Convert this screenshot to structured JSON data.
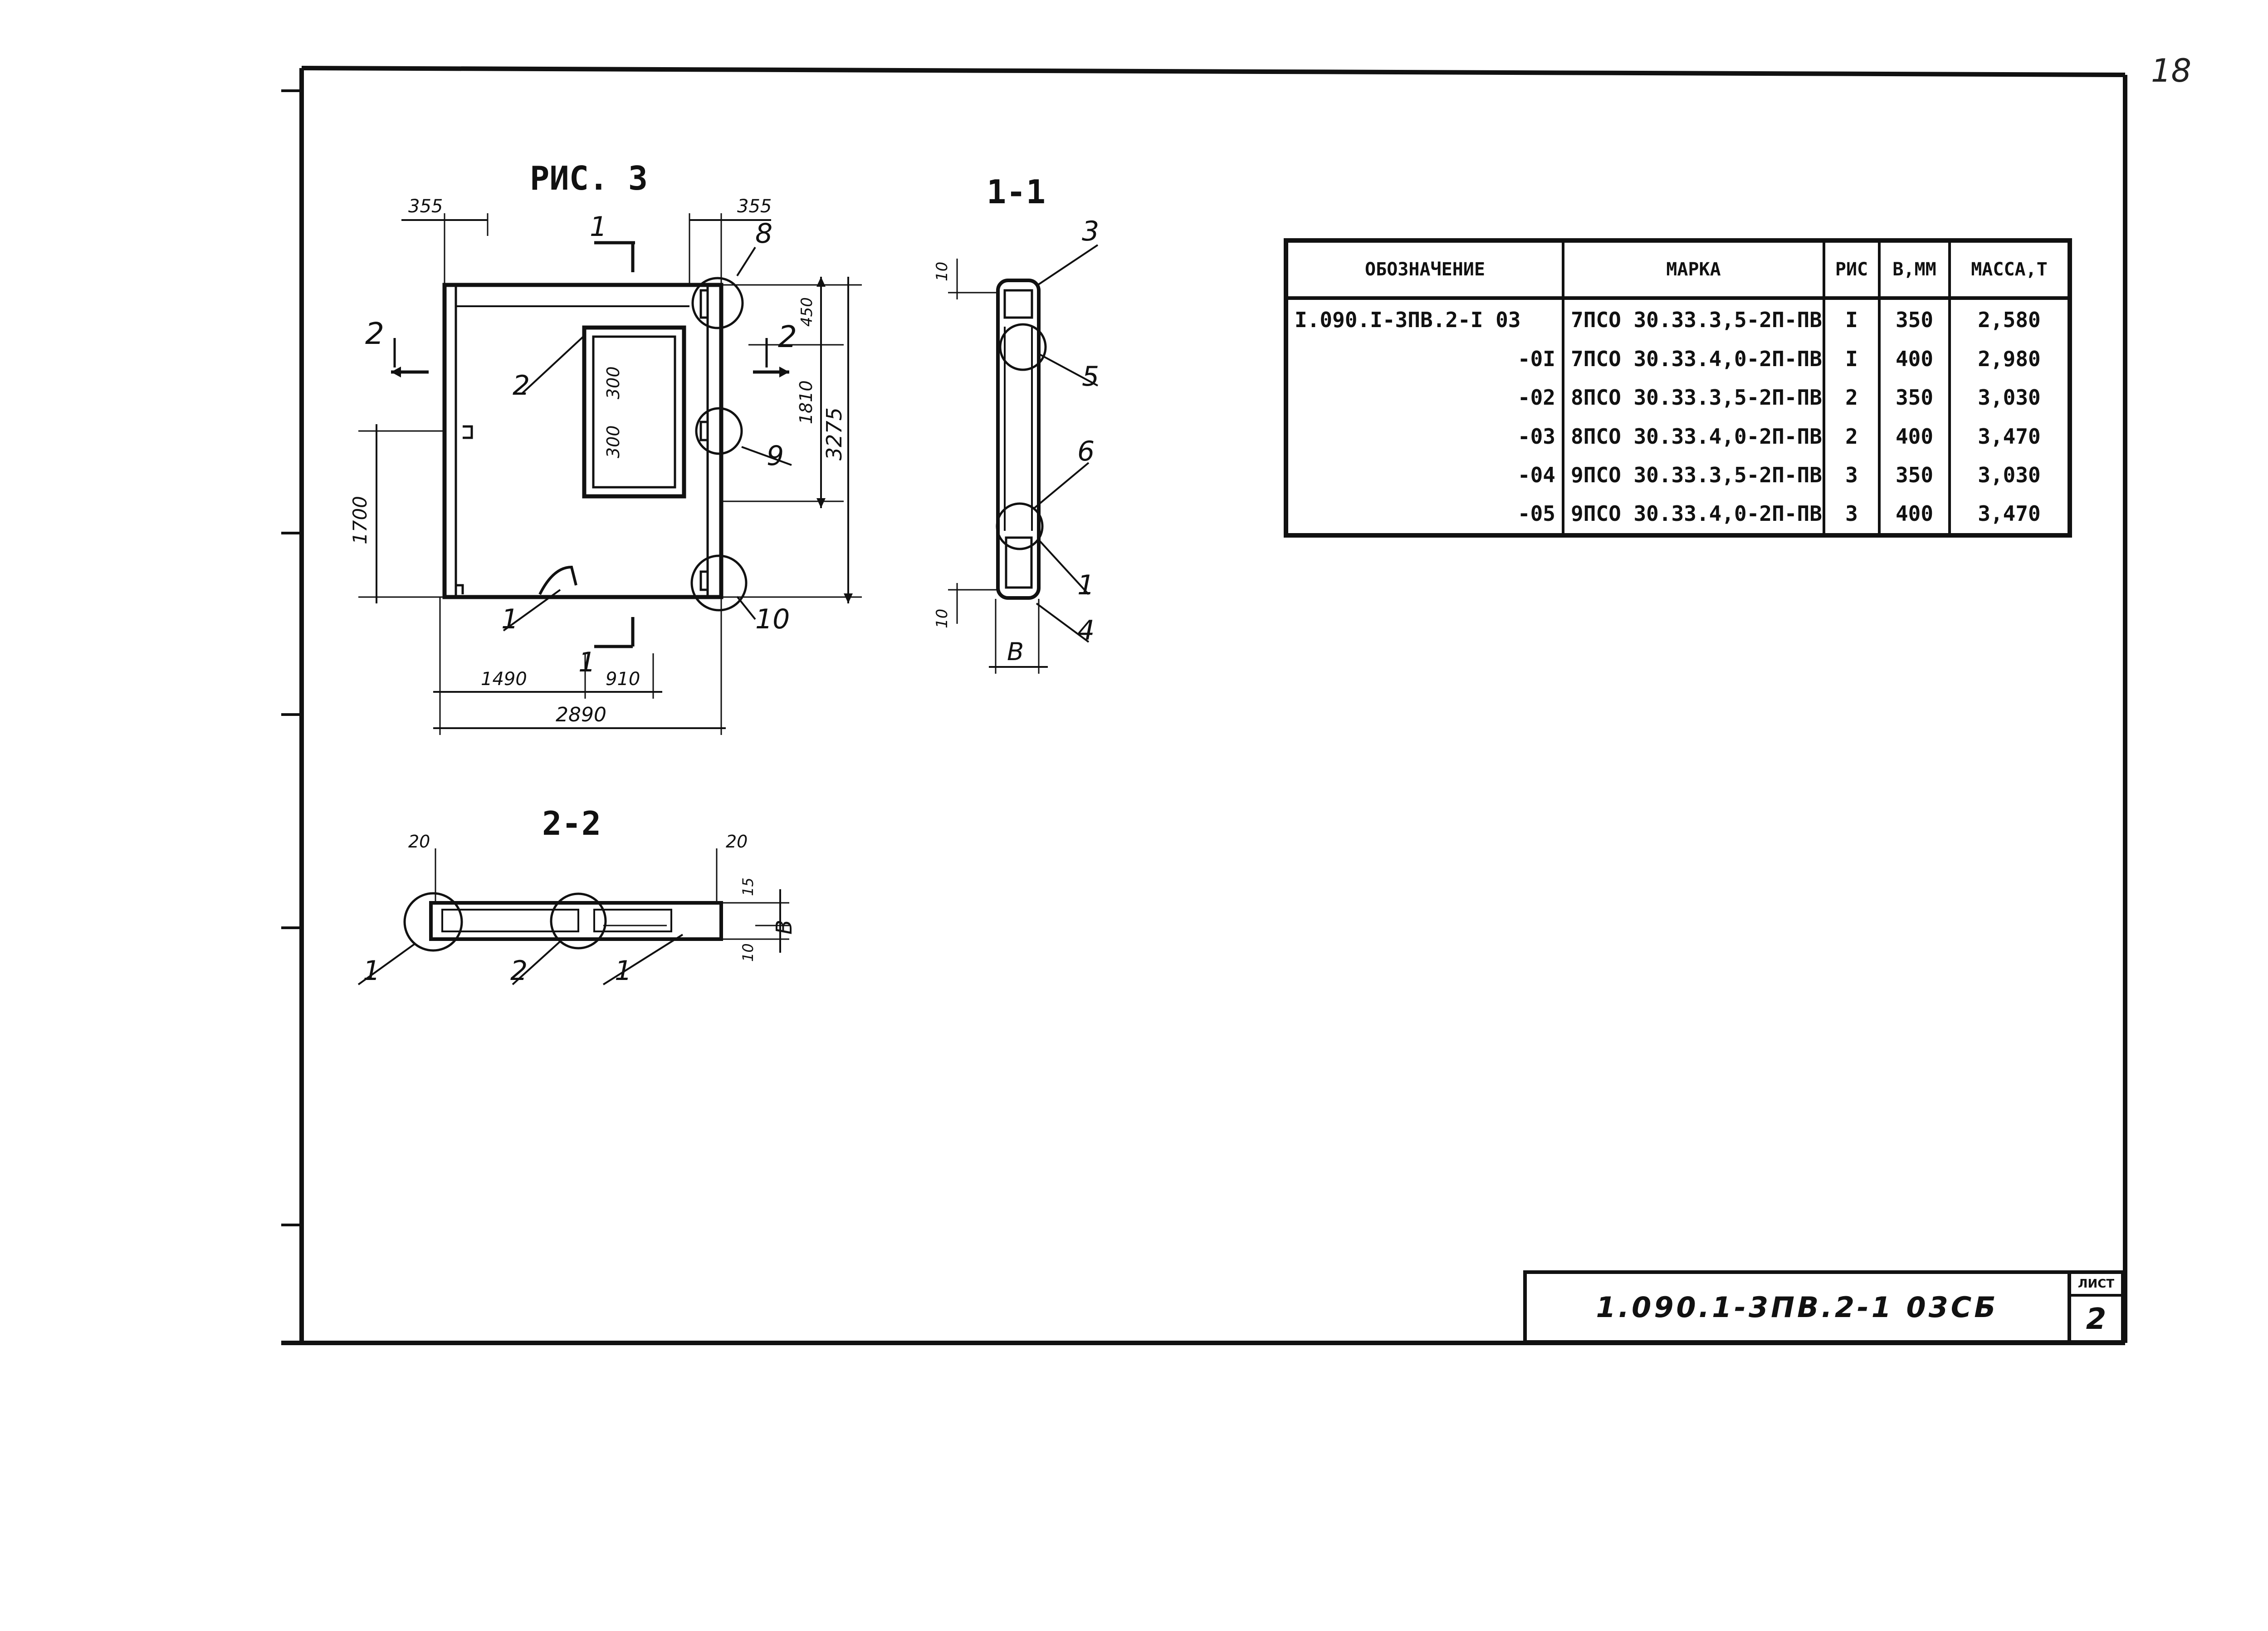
{
  "page_number": "18",
  "figure": {
    "title": "РИС. 3",
    "section_1_1": "1-1",
    "section_2_2": "2-2",
    "cut_mark_1": "1",
    "cut_mark_2": "2",
    "dimensions": {
      "left_offset": "355",
      "right_offset": "355",
      "top_margin": "450",
      "opening_height": "1810",
      "overall_height": "3275",
      "opening_size_top": "300",
      "opening_size_bottom": "300",
      "left_height": "1700",
      "bottom_left": "1490",
      "bottom_right": "910",
      "overall_width": "2890",
      "sec1_top": "10",
      "sec1_bottom": "10",
      "sec1_width": "B",
      "sec2_left": "20",
      "sec2_right": "20",
      "sec2_top": "15",
      "sec2_bottom": "10",
      "sec2_thickness": "B"
    },
    "callouts": {
      "c1": "1",
      "c2": "2",
      "c3": "3",
      "c4": "4",
      "c5": "5",
      "c6": "6",
      "c8": "8",
      "c9": "9",
      "c10": "10"
    }
  },
  "spec_table": {
    "headers": [
      "ОБОЗНАЧЕНИЕ",
      "МАРКА",
      "РИС",
      "В,ММ",
      "МАССА,Т"
    ],
    "rows": [
      [
        "I.090.I-3ПВ.2-I 03",
        "7ПСО 30.33.3,5-2П-ПВ",
        "I",
        "350",
        "2,580"
      ],
      [
        "-0I",
        "7ПСО 30.33.4,0-2П-ПВ",
        "I",
        "400",
        "2,980"
      ],
      [
        "-02",
        "8ПСО 30.33.3,5-2П-ПВ",
        "2",
        "350",
        "3,030"
      ],
      [
        "-03",
        "8ПСО 30.33.4,0-2П-ПВ",
        "2",
        "400",
        "3,470"
      ],
      [
        "-04",
        "9ПСО 30.33.3,5-2П-ПВ",
        "3",
        "350",
        "3,030"
      ],
      [
        "-05",
        "9ПСО 30.33.4,0-2П-ПВ",
        "3",
        "400",
        "3,470"
      ]
    ]
  },
  "title_block": {
    "doc_code": "1.090.1-3ПВ.2-1 03СБ",
    "sheet_label": "ЛИСТ",
    "sheet_number": "2"
  }
}
